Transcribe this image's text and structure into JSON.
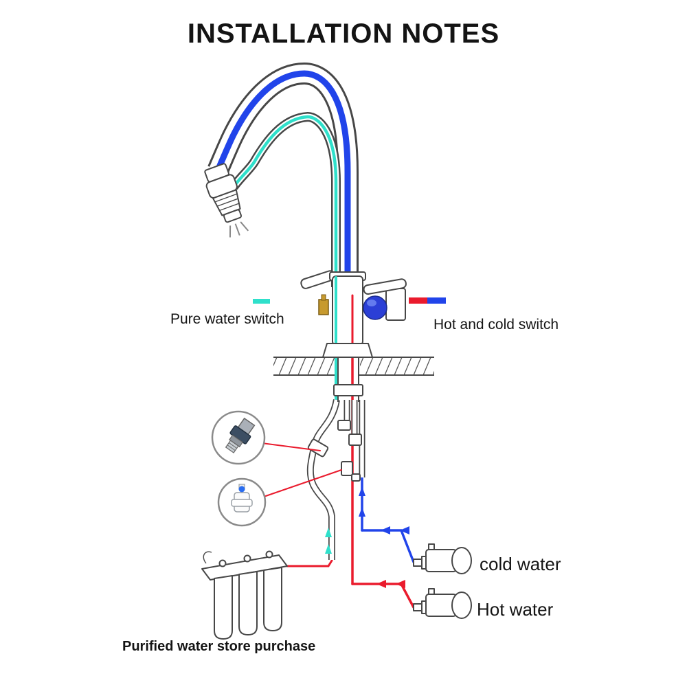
{
  "title": "INSTALLATION NOTES",
  "legend": {
    "pure_label": "Pure water switch",
    "hot_cold_label": "Hot and cold switch"
  },
  "supply": {
    "cold_label": "cold water",
    "hot_label": "Hot water"
  },
  "filter_label": "Purified water store purchase",
  "icons": {
    "callout_a": "faucet-adapter-icon",
    "callout_b": "quick-connect-fitting-icon"
  },
  "colors": {
    "pure": "#2fe0cb",
    "cold": "#2144ea",
    "hot": "#ea1b2d",
    "outline": "#474747",
    "text": "#141414",
    "knob": "#2b3fd6"
  }
}
